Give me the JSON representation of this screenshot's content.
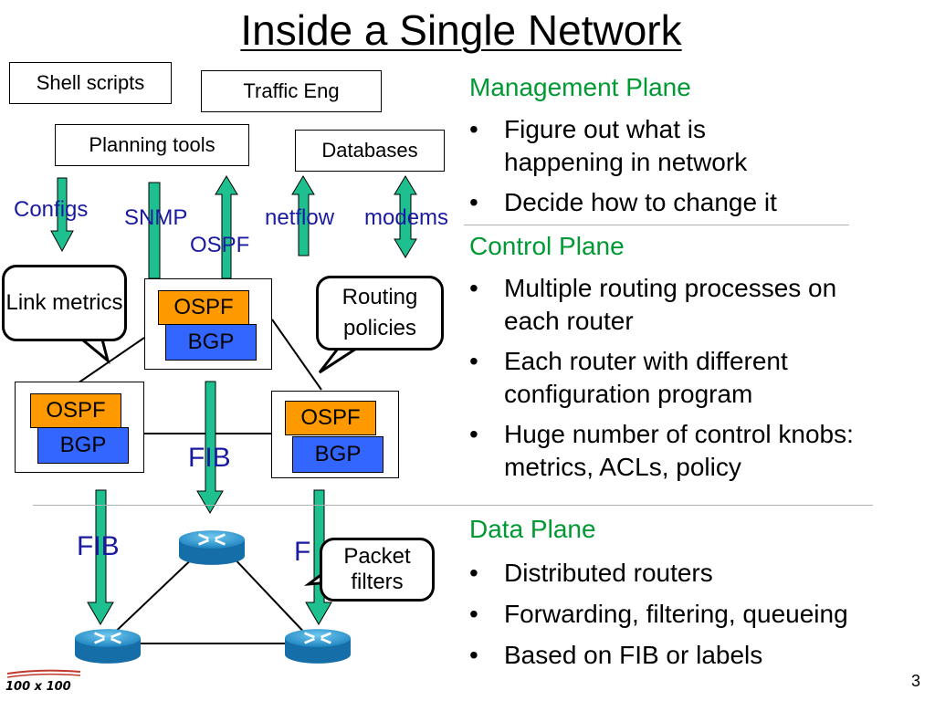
{
  "title": "Inside a Single Network",
  "top_boxes": {
    "shell_scripts": "Shell scripts",
    "traffic_eng": "Traffic Eng",
    "planning_tools": "Planning tools",
    "databases": "Databases"
  },
  "arrow_labels": {
    "configs": "Configs",
    "snmp": "SNMP",
    "ospf": "OSPF",
    "netflow": "netflow",
    "modems": "modems"
  },
  "callouts": {
    "link_metrics": "Link metrics",
    "routing_policies": "Routing policies",
    "packet_filters": "Packet filters"
  },
  "routers": {
    "top": {
      "ospf": "OSPF",
      "bgp": "BGP"
    },
    "left": {
      "ospf": "OSPF",
      "bgp": "BGP"
    },
    "right": {
      "ospf": "OSPF",
      "bgp": "BGP"
    }
  },
  "fib_labels": {
    "center": "FIB",
    "left": "FIB",
    "right": "F"
  },
  "sections": [
    {
      "heading": "Management Plane",
      "bullets": [
        "Figure out what is happening in network",
        "Decide how to change it"
      ]
    },
    {
      "heading": "Control Plane",
      "bullets": [
        "Multiple routing processes on each router",
        "Each router with different configuration program",
        "Huge number of control knobs: metrics, ACLs, policy"
      ]
    },
    {
      "heading": "Data Plane",
      "bullets": [
        "Distributed routers",
        "Forwarding, filtering, queueing",
        "Based on FIB or labels"
      ]
    }
  ],
  "footer": {
    "logo_text": "100 x 100",
    "page_number": "3"
  },
  "colors": {
    "arrow_fill": "#1ec090",
    "ospf": "#ff9900",
    "bgp": "#3366ff",
    "heading": "#009933",
    "label": "#1a1aa0",
    "router_icon": "#1e90c8"
  }
}
